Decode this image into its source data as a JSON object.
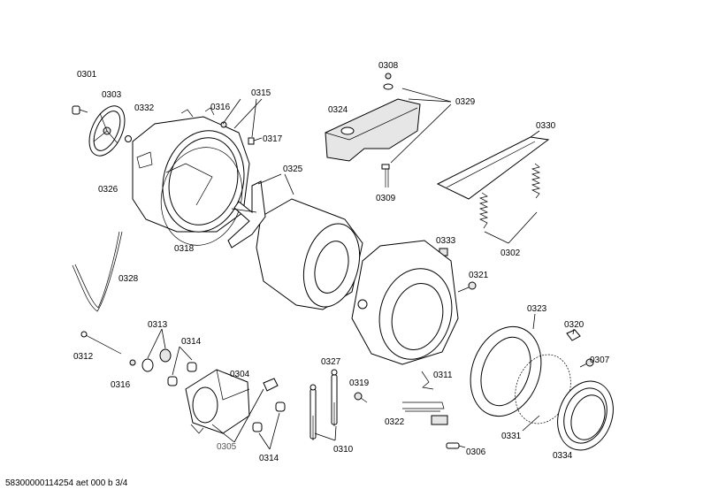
{
  "document_id": "58300000114254 aet 000 b 3/4",
  "labels": [
    {
      "id": "0301",
      "text": "0301"
    },
    {
      "id": "0303",
      "text": "0303"
    },
    {
      "id": "0332",
      "text": "0332"
    },
    {
      "id": "0316a",
      "text": "0316"
    },
    {
      "id": "0315",
      "text": "0315"
    },
    {
      "id": "0317",
      "text": "0317"
    },
    {
      "id": "0326",
      "text": "0326"
    },
    {
      "id": "0318",
      "text": "0318"
    },
    {
      "id": "0325",
      "text": "0325"
    },
    {
      "id": "0308",
      "text": "0308"
    },
    {
      "id": "0324",
      "text": "0324"
    },
    {
      "id": "0329",
      "text": "0329"
    },
    {
      "id": "0309",
      "text": "0309"
    },
    {
      "id": "0330",
      "text": "0330"
    },
    {
      "id": "0302",
      "text": "0302"
    },
    {
      "id": "0328",
      "text": "0328"
    },
    {
      "id": "0333",
      "text": "0333"
    },
    {
      "id": "0321",
      "text": "0321"
    },
    {
      "id": "0323",
      "text": "0323"
    },
    {
      "id": "0320",
      "text": "0320"
    },
    {
      "id": "0307",
      "text": "0307"
    },
    {
      "id": "0313",
      "text": "0313"
    },
    {
      "id": "0314a",
      "text": "0314"
    },
    {
      "id": "0312",
      "text": "0312"
    },
    {
      "id": "0316b",
      "text": "0316"
    },
    {
      "id": "0304",
      "text": "0304"
    },
    {
      "id": "0327",
      "text": "0327"
    },
    {
      "id": "0319",
      "text": "0319"
    },
    {
      "id": "0311",
      "text": "0311"
    },
    {
      "id": "0322",
      "text": "0322"
    },
    {
      "id": "0305",
      "text": "0305"
    },
    {
      "id": "0314b",
      "text": "0314"
    },
    {
      "id": "0310",
      "text": "0310"
    },
    {
      "id": "0306",
      "text": "0306"
    },
    {
      "id": "0331",
      "text": "0331"
    },
    {
      "id": "0334",
      "text": "0334"
    }
  ]
}
